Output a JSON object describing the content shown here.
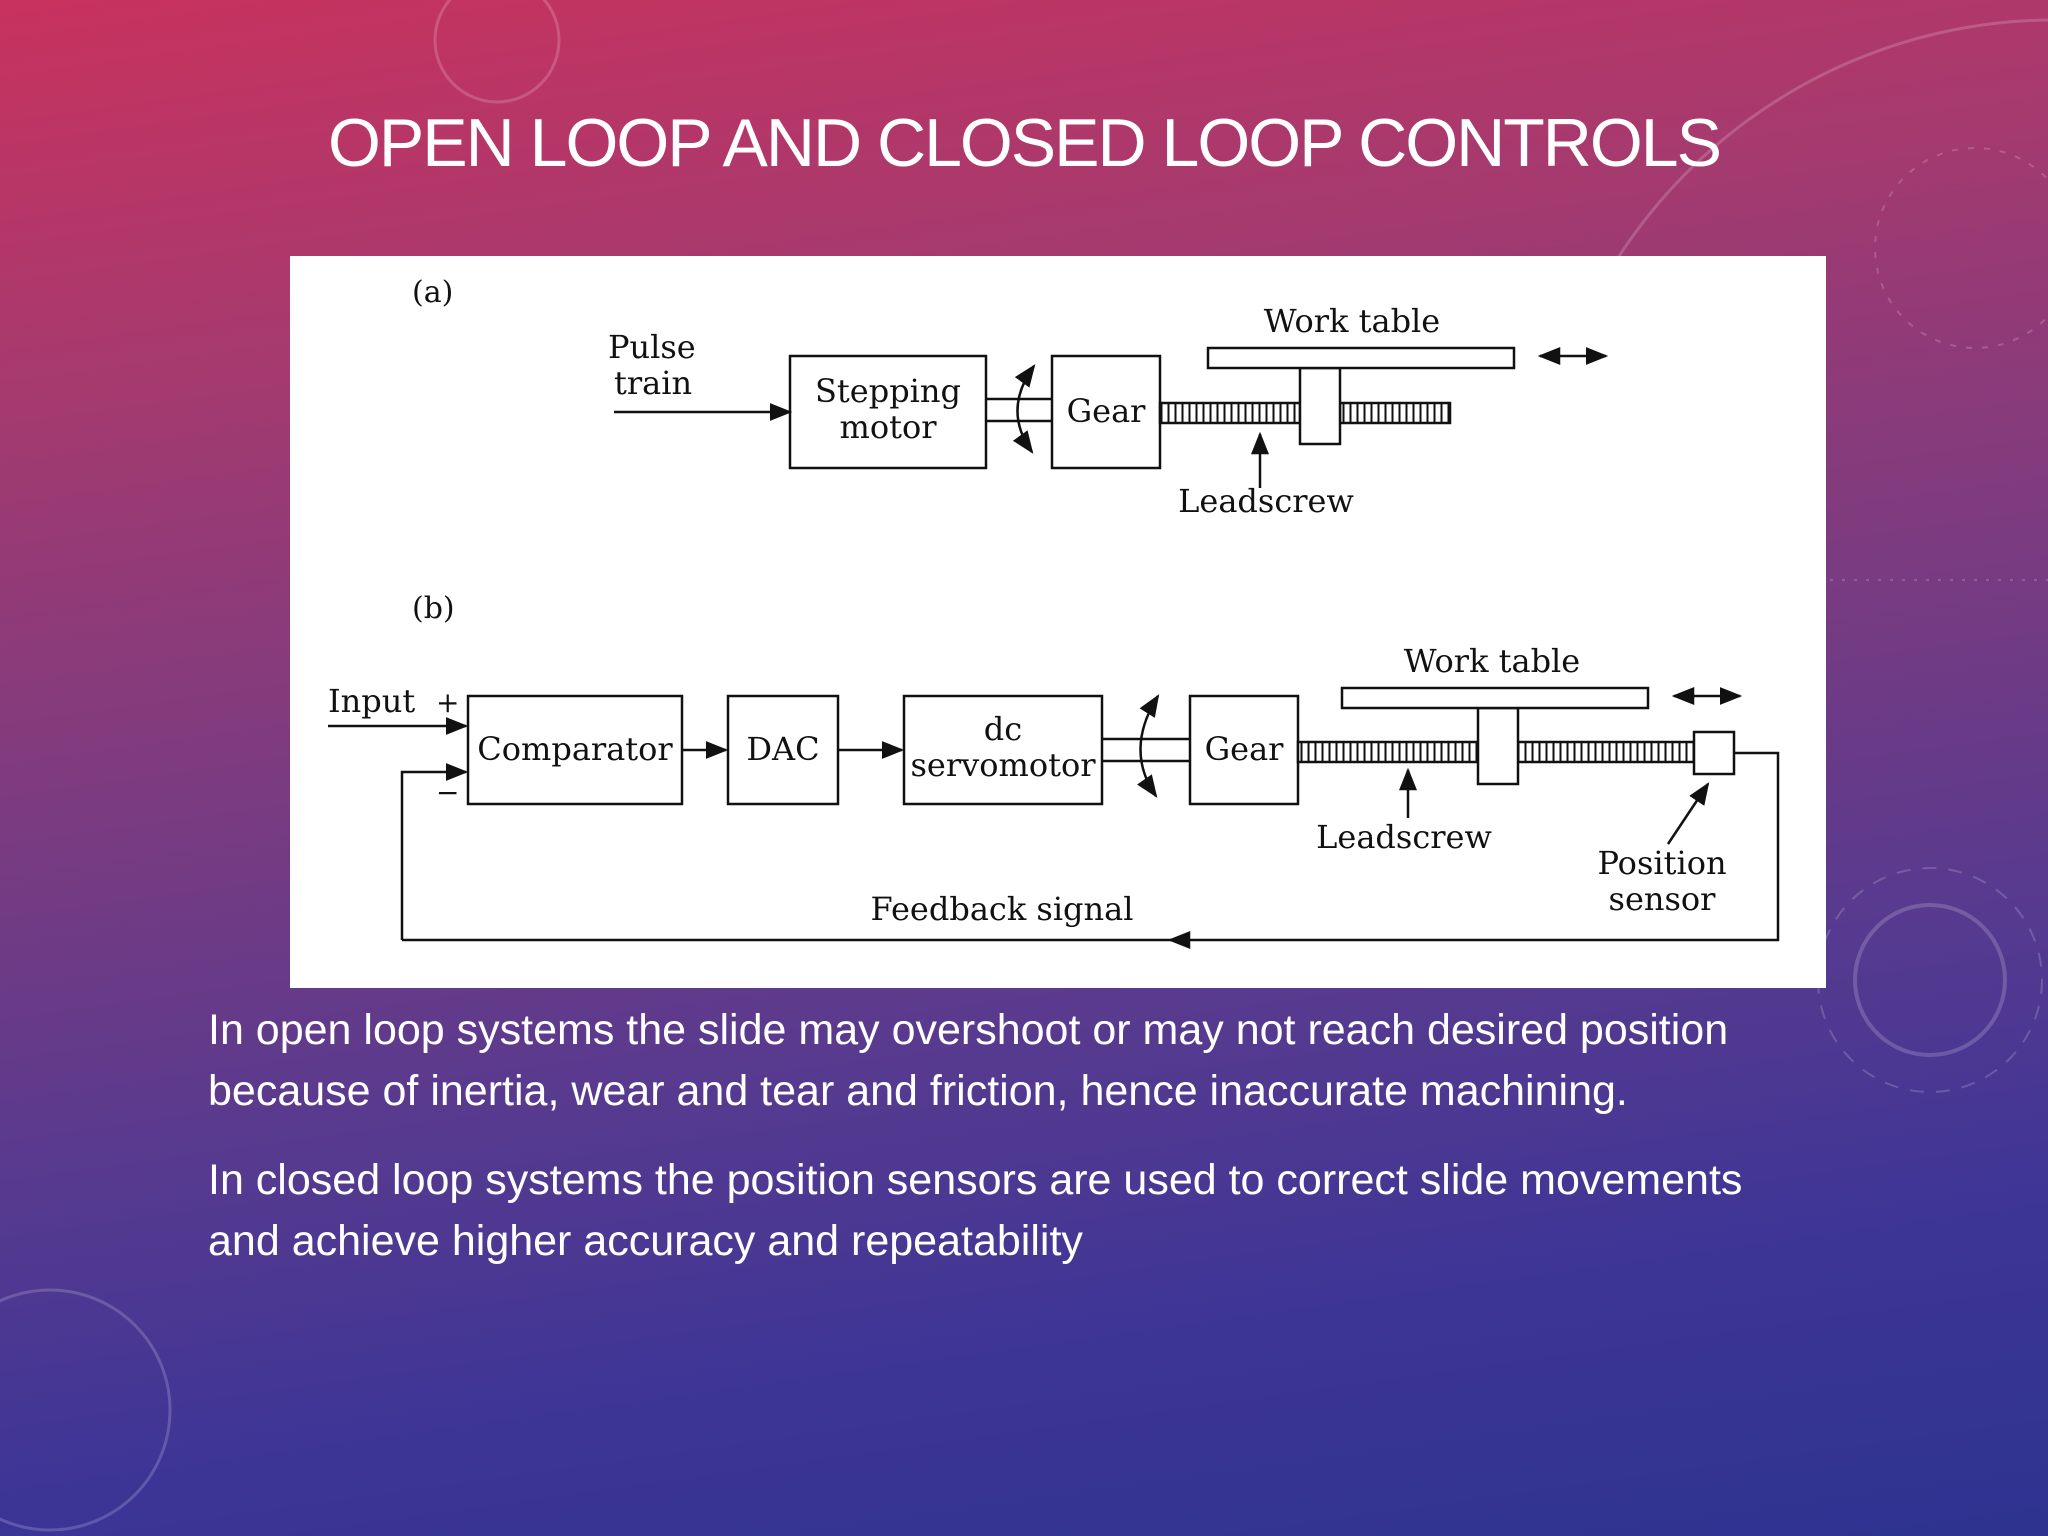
{
  "slide": {
    "title": "OPEN LOOP AND CLOSED LOOP CONTROLS",
    "paragraphs": [
      "In open loop systems  the slide may overshoot or may not reach desired position because of inertia, wear and tear and friction, hence inaccurate machining.",
      "In closed loop systems  the position sensors are used to correct slide movements and achieve higher accuracy and repeatability"
    ]
  },
  "diagram": {
    "a": {
      "label": "(a)",
      "input_line1": "Pulse",
      "input_line2": "train",
      "motor_line1": "Stepping",
      "motor_line2": "motor",
      "gear": "Gear",
      "table": "Work table",
      "screw": "Leadscrew"
    },
    "b": {
      "label": "(b)",
      "input": "Input",
      "plus": "+",
      "minus": "−",
      "comparator": "Comparator",
      "dac": "DAC",
      "servo_line1": "dc",
      "servo_line2": "servomotor",
      "gear": "Gear",
      "table": "Work table",
      "screw": "Leadscrew",
      "sensor_line1": "Position",
      "sensor_line2": "sensor",
      "feedback": "Feedback signal"
    }
  },
  "theme": {
    "text_color": "#ffffff",
    "background_top": "#c8325e",
    "background_bottom": "#2e3390"
  }
}
